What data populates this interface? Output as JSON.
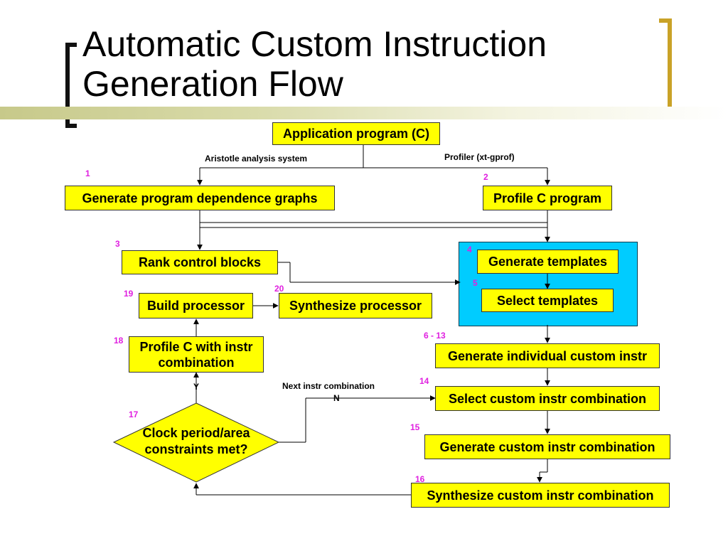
{
  "title": {
    "line1": "Automatic Custom Instruction",
    "line2": "Generation Flow"
  },
  "colors": {
    "box_fill": "#ffff00",
    "panel_fill": "#00ccff",
    "step_number": "#e020e0",
    "accent_bracket": "#c9a227"
  },
  "nodes": {
    "app": "Application program (C)",
    "gen_pdg": "Generate program dependence graphs",
    "profile_c": "Profile C program",
    "rank": "Rank control blocks",
    "gen_templates": "Generate templates",
    "select_templates": "Select templates",
    "build_proc": "Build processor",
    "synth_proc": "Synthesize processor",
    "profile_combo": "Profile C with instr combination",
    "gen_individual": "Generate individual custom instr",
    "select_combo": "Select custom instr combination",
    "decision": "Clock period/area constraints met?",
    "gen_combo": "Generate custom instr combination",
    "synth_combo": "Synthesize custom instr combination"
  },
  "step_numbers": {
    "n1": "1",
    "n2": "2",
    "n3": "3",
    "n4": "4",
    "n5": "5",
    "n6_13": "6 - 13",
    "n14": "14",
    "n15": "15",
    "n16": "16",
    "n17": "17",
    "n18": "18",
    "n19": "19",
    "n20": "20"
  },
  "edge_labels": {
    "aristotle": "Aristotle analysis system",
    "profiler": "Profiler (xt-gprof)",
    "next_combo": "Next instr combination",
    "no": "N",
    "yes": "Y"
  }
}
